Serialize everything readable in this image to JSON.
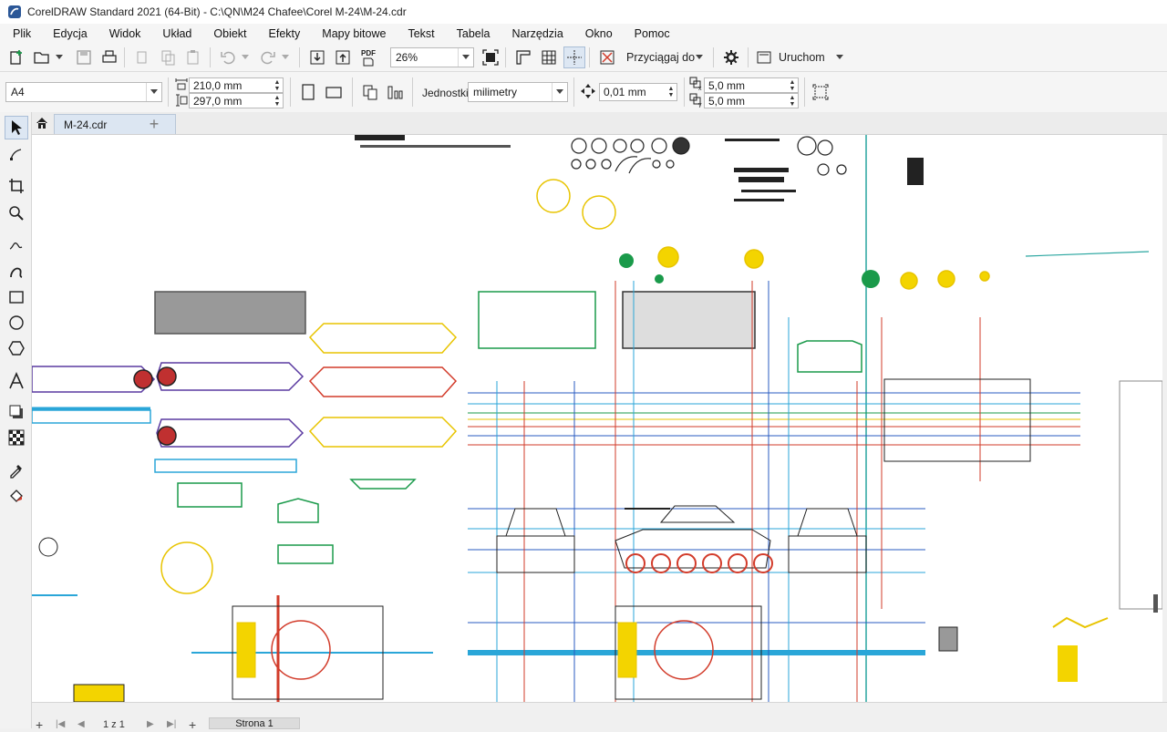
{
  "window": {
    "title": "CorelDRAW Standard 2021 (64-Bit) - C:\\QN\\M24 Chafee\\Corel M-24\\M-24.cdr"
  },
  "menu": [
    {
      "label": "Plik"
    },
    {
      "label": "Edycja"
    },
    {
      "label": "Widok"
    },
    {
      "label": "Układ"
    },
    {
      "label": "Obiekt"
    },
    {
      "label": "Efekty"
    },
    {
      "label": "Mapy bitowe"
    },
    {
      "label": "Tekst"
    },
    {
      "label": "Tabela"
    },
    {
      "label": "Narzędzia"
    },
    {
      "label": "Okno"
    },
    {
      "label": "Pomoc"
    }
  ],
  "toolbar": {
    "zoom_value": "26%",
    "snap_label": "Przyciągaj do",
    "launch_label": "Uruchom",
    "pdf_label": "PDF"
  },
  "properties": {
    "page_size": "A4",
    "width": "210,0 mm",
    "height": "297,0 mm",
    "units_label": "Jednostki:",
    "units_value": "milimetry",
    "nudge": "0,01 mm",
    "dup_x": "5,0 mm",
    "dup_y": "5,0 mm"
  },
  "document_tab": {
    "label": "M-24.cdr"
  },
  "status": {
    "page_label": "Strona 1",
    "page_counter": "1 z 1"
  },
  "colors": {
    "accent": "#2b5797",
    "tab_active": "#dce6f2",
    "green": "#1a9a4a",
    "red": "#d23b2a",
    "blue": "#2a5bc0",
    "yellow": "#f0d000",
    "cyan": "#2aa6d8"
  }
}
